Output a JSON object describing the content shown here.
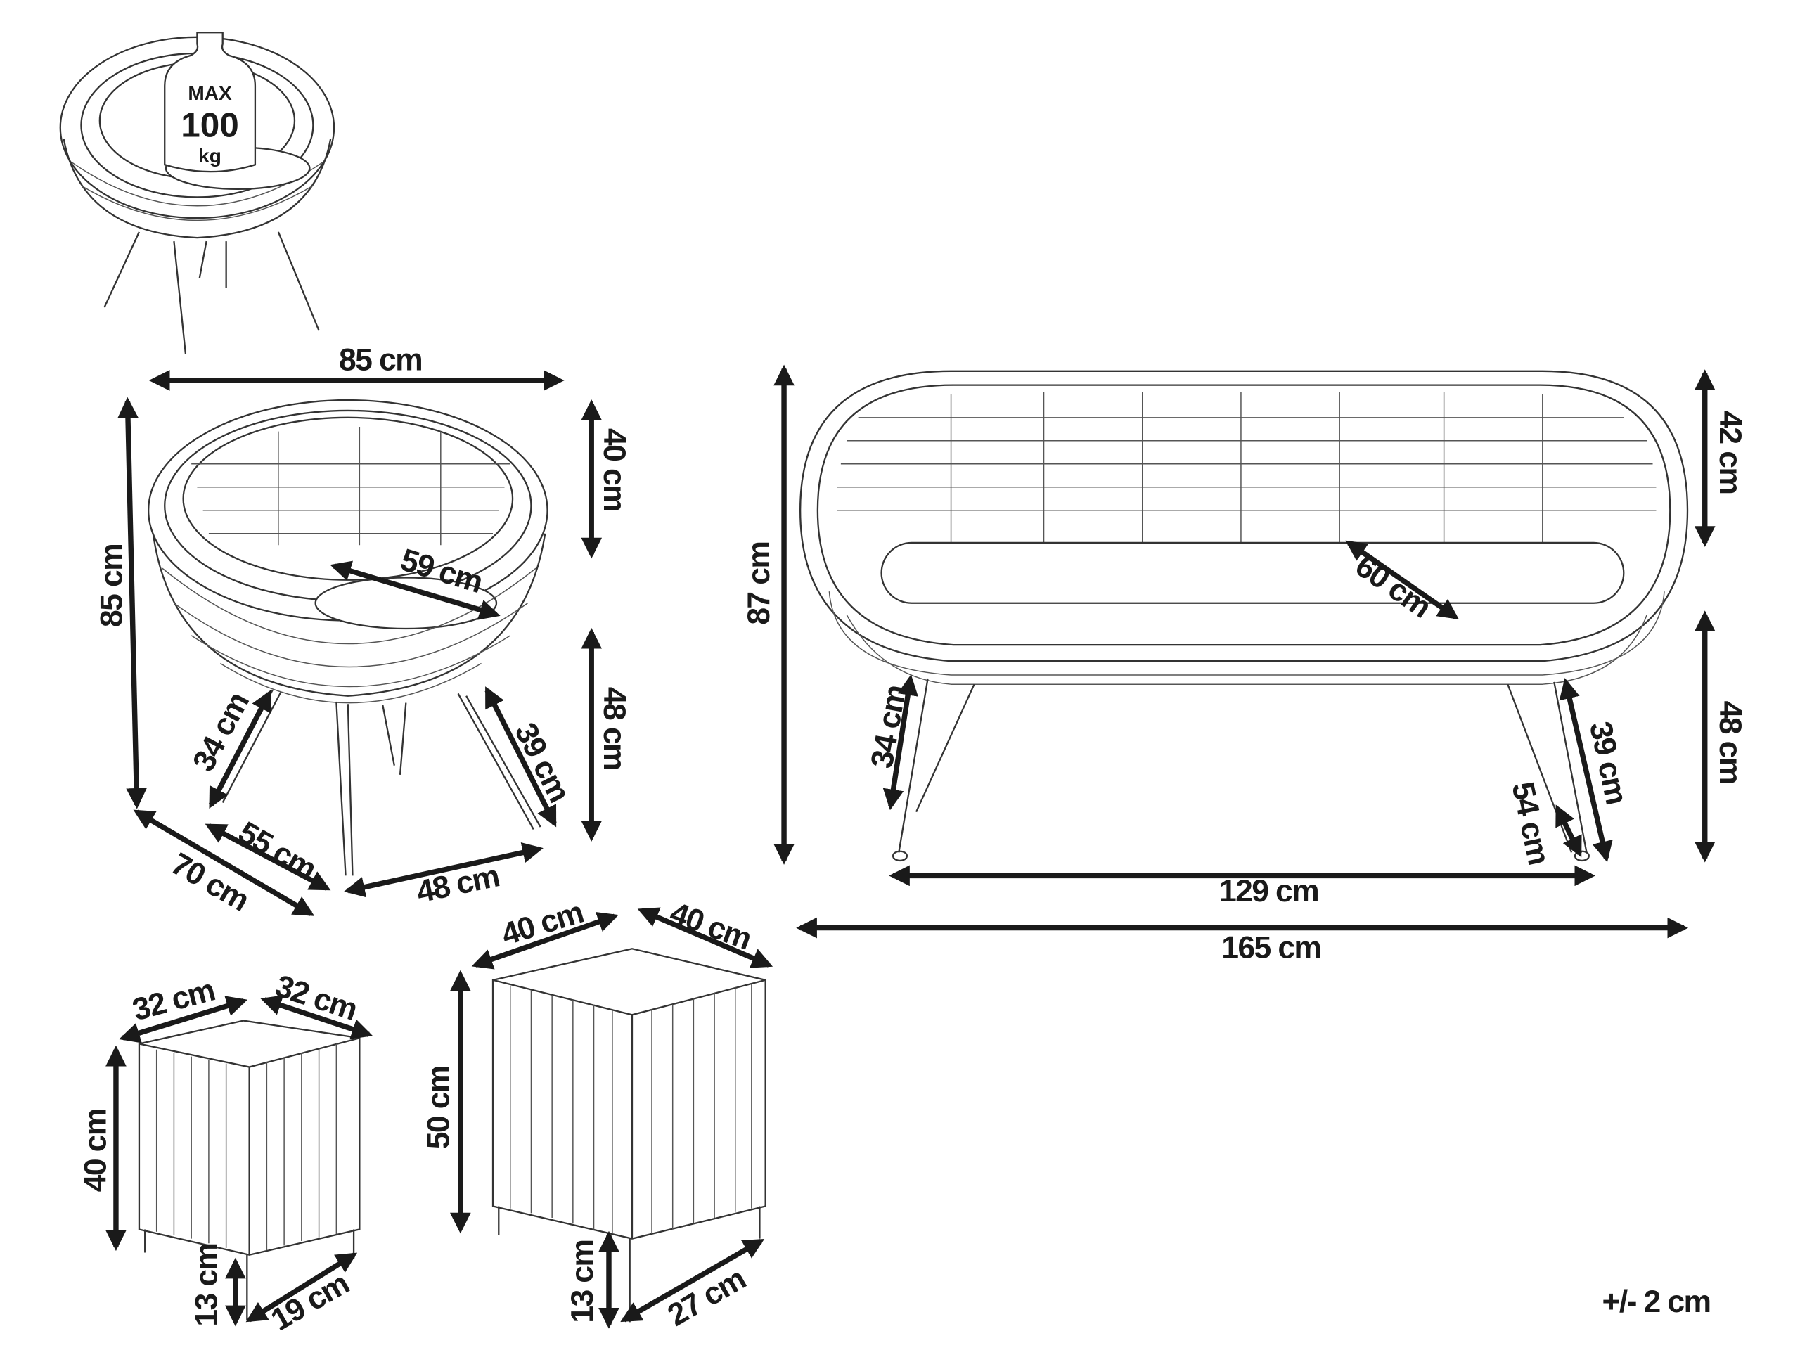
{
  "colors": {
    "line": "#1a1a1a",
    "background": "#ffffff"
  },
  "weight_badge": {
    "line1": "MAX",
    "line2": "100",
    "line3": "kg",
    "icon": "weight-icon"
  },
  "armchair": {
    "width": "85 cm",
    "height": "85 cm",
    "backrest_height": "40 cm",
    "seat_height": "48 cm",
    "seat_depth": "59 cm",
    "leg_front": "34 cm",
    "leg_back": "39 cm",
    "depth": "70 cm",
    "leg_span_diag": "55 cm",
    "leg_span_side": "48 cm"
  },
  "sofa": {
    "height": "87 cm",
    "backrest_height": "42 cm",
    "seat_height": "48 cm",
    "seat_depth": "60 cm",
    "leg_front": "34 cm",
    "leg_back": "39 cm",
    "leg_lower": "54 cm",
    "leg_span": "129 cm",
    "width": "165 cm"
  },
  "small_stool": {
    "width": "32 cm",
    "depth": "32 cm",
    "height": "40 cm",
    "leg_height": "13 cm",
    "base": "19 cm"
  },
  "large_stool": {
    "width": "40 cm",
    "depth": "40 cm",
    "height": "50 cm",
    "leg_height": "13 cm",
    "base": "27 cm"
  },
  "tolerance": "+/- 2 cm"
}
